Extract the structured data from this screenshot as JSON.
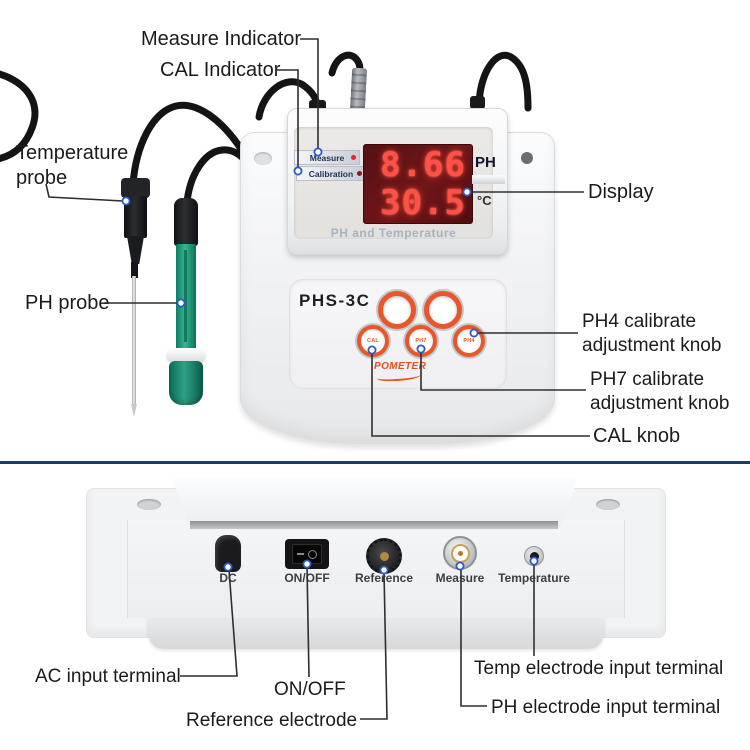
{
  "annotations": {
    "measure_indicator": "Measure Indicator",
    "cal_indicator": "CAL Indicator",
    "temperature_probe": "Temperature probe",
    "ph_probe": "PH probe",
    "display": "Display",
    "ph4_knob": "PH4 calibrate adjustment knob",
    "ph7_knob": "PH7 calibrate adjustment knob",
    "cal_knob": "CAL knob",
    "ac_input": "AC input terminal",
    "on_off": "ON/OFF",
    "reference_electrode": "Reference electrode",
    "temp_electrode": "Temp electrode input terminal",
    "ph_electrode": "PH electrode input terminal"
  },
  "device_front": {
    "model": "PHS-3C",
    "brand": "POMETER",
    "display": {
      "measure_label": "Measure",
      "calibration_label": "Calibration",
      "ph_value": "8.66",
      "temp_value": "30.5",
      "ph_unit": "PH",
      "temp_unit": "°C",
      "caption": "PH and Temperature"
    },
    "knobs": {
      "cal": "CAL",
      "ph7": "PH7",
      "ph4": "PH4"
    }
  },
  "device_rear": {
    "ports": [
      "DC",
      "ON/OFF",
      "Reference",
      "Measure",
      "Temperature"
    ],
    "rocker_markings": [
      "minus-icon",
      "circle-icon"
    ]
  },
  "colors": {
    "divider_navy": "#1d3a63",
    "knob_ring_orange": "#e8562a",
    "lcd_digit_red": "#ff5147",
    "lcd_background": "#5c1115",
    "logo_orange": "#e84e1b",
    "measure_led_red": "#e8252a",
    "calibration_led_dark_red": "#8a1b1b",
    "callout_dot_blue": "#2b59c9"
  }
}
